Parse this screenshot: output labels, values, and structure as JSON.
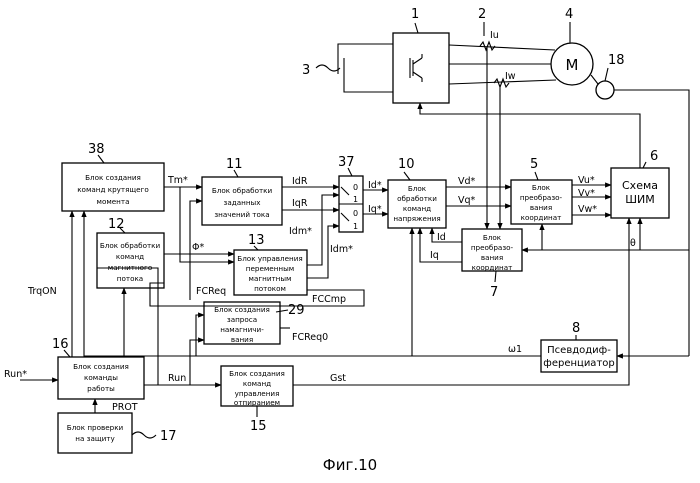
{
  "figure_title": "Фиг.10",
  "blocks": {
    "torque_cmd": [
      "Блок создания",
      "команд крутящего",
      "момента"
    ],
    "current_proc": [
      "Блок обработки",
      "заданных",
      "значений тока"
    ],
    "flux_cmd": [
      "Блок обработки",
      "команд",
      "магнитного",
      "потока"
    ],
    "flux_ctrl": [
      "Блок управления",
      "переменным",
      "магнитным",
      "потоком"
    ],
    "mag_req": [
      "Блок создания",
      "запроса",
      "намагничи-",
      "вания"
    ],
    "voltage_cmd": [
      "Блок",
      "обработки",
      "команд",
      "напряжения"
    ],
    "coord_conv_1": [
      "Блок",
      "преобразо-",
      "вания",
      "координат"
    ],
    "coord_conv_2": [
      "Блок",
      "преобразо-",
      "вания",
      "координат"
    ],
    "pwm": [
      "Схема",
      "ШИМ"
    ],
    "pseudo_diff": [
      "Псевдодиф-",
      "ференциатор"
    ],
    "run_cmd": [
      "Блок создания",
      "команды",
      "работы"
    ],
    "protection": [
      "Блок проверки",
      "на защиту"
    ],
    "gate_ctrl": [
      "Блок создания",
      "команд",
      "управления",
      "отпиранием"
    ],
    "motor": [
      "M"
    ]
  },
  "numbers": {
    "n1": "1",
    "n2": "2",
    "n3": "3",
    "n4": "4",
    "n5": "5",
    "n6": "6",
    "n7": "7",
    "n8": "8",
    "n10": "10",
    "n11": "11",
    "n12": "12",
    "n13": "13",
    "n15": "15",
    "n16": "16",
    "n17": "17",
    "n18": "18",
    "n29": "29",
    "n37": "37",
    "n38": "38"
  },
  "signals": {
    "Iu": "Iu",
    "Iw": "Iw",
    "Tm": "Tm*",
    "IdR": "IdR",
    "IqR": "IqR",
    "Idm": "Idm*",
    "Idm2": "Idm*",
    "Phi": "Φ*",
    "FCReq": "FCReq",
    "FCCmp": "FCCmp",
    "FCReq0": "FCReq0",
    "Id_star": "Id*",
    "Iq_star": "Iq*",
    "Vd_star": "Vd*",
    "Vq_star": "Vq*",
    "Vu": "Vu*",
    "Vv": "Vv*",
    "Vw": "Vw*",
    "Id": "Id",
    "Iq": "Iq",
    "theta": "θ",
    "omega": "ω1",
    "TrqON": "TrqON",
    "Run_star": "Run*",
    "Run": "Run",
    "PROT": "PROT",
    "Gst": "Gst",
    "sw0a": "0",
    "sw1a": "1",
    "sw0b": "0",
    "sw1b": "1"
  }
}
